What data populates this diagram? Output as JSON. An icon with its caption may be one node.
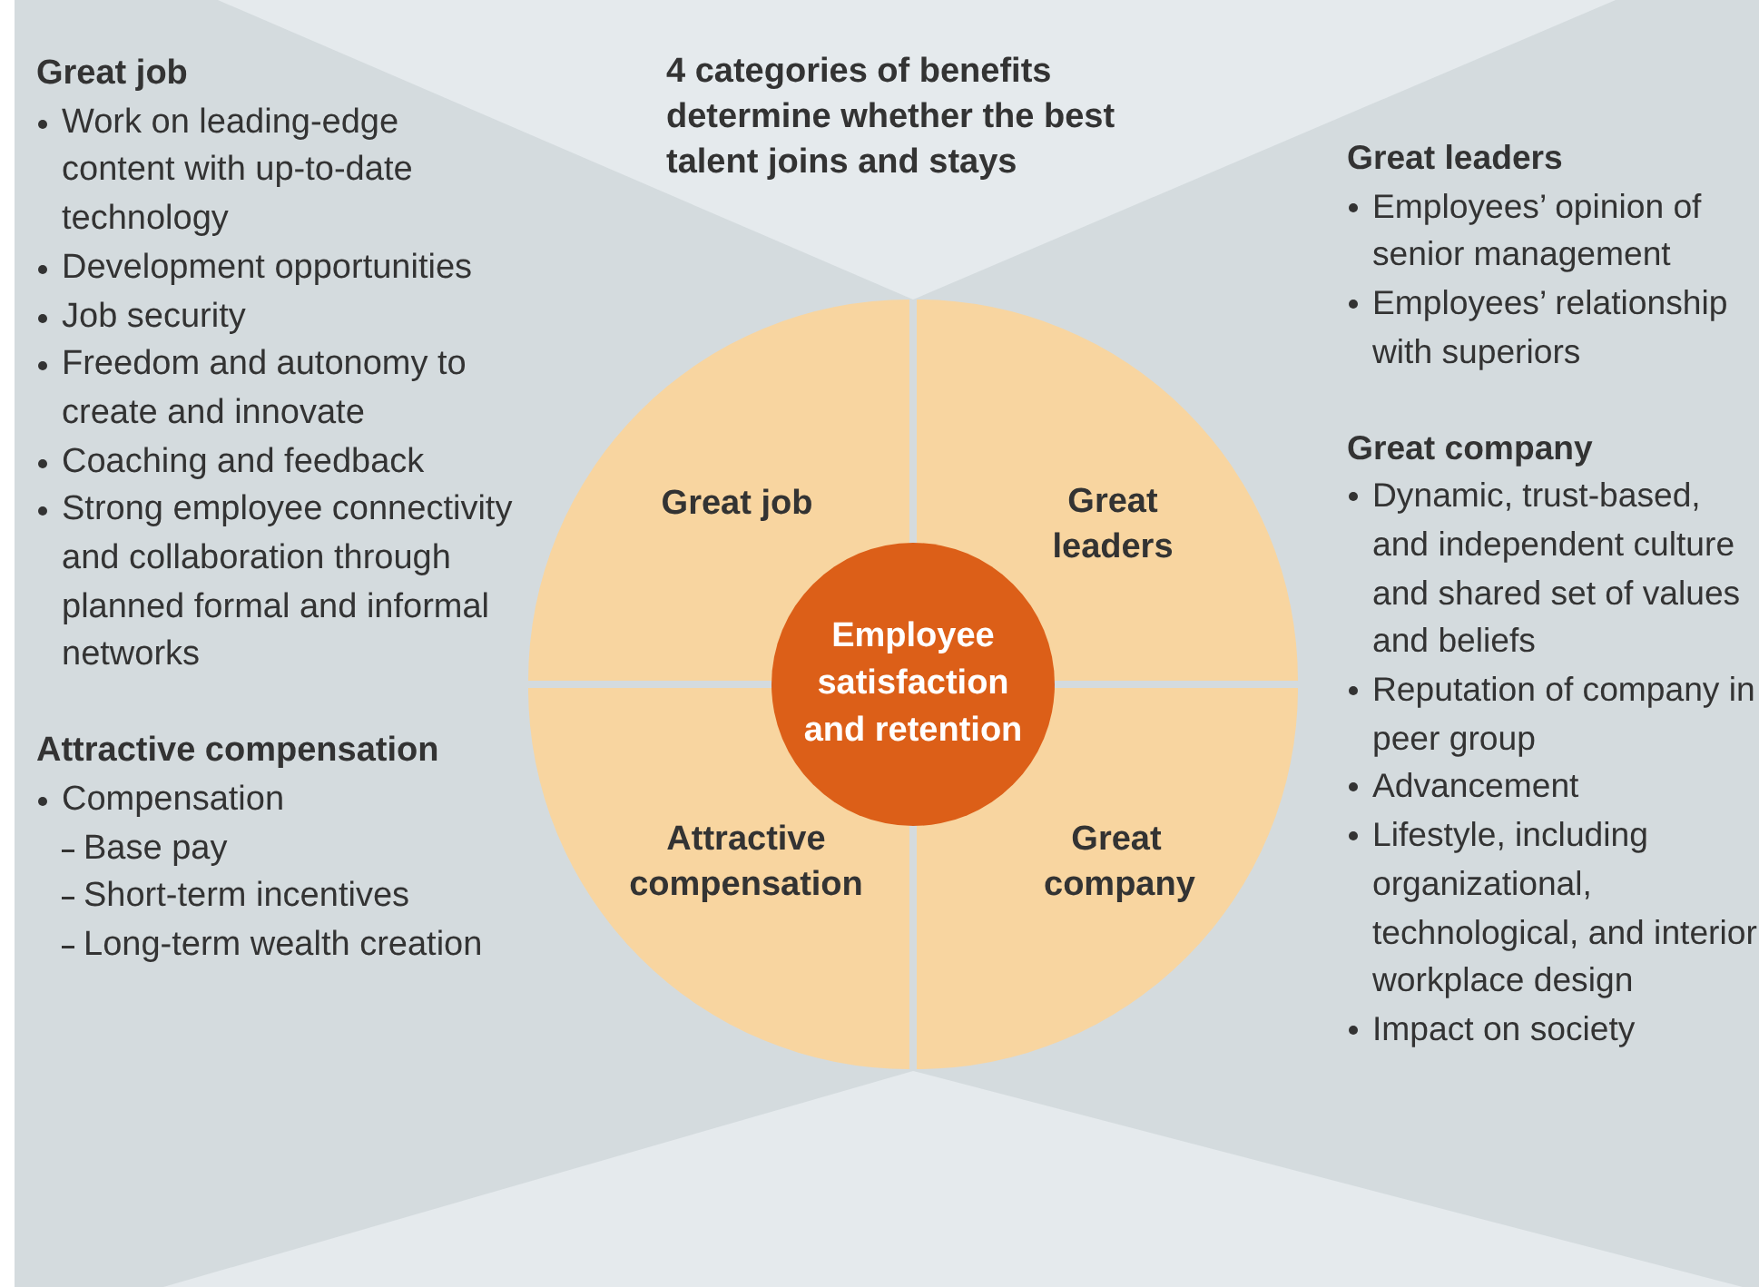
{
  "diagram": {
    "title": "4 categories of benefits determine whether the best talent joins and stays",
    "nodes": [
      {
        "text": [
          "Great job",
          "Work on leading-edge content with up-to-date technology",
          "Development opportunities",
          "Job security",
          "Freedom and autonomy to create and innovate",
          "Coaching and feedback",
          "Strong employee connectivity and collaboration through planned formal and informal networks",
          "Attractive compensation",
          "Compensation",
          "Base pay",
          "Short-term incentives",
          "Long-term wealth creation"
        ]
      },
      {
        "text": [
          "Great leaders",
          "Employees’ opinion of senior management",
          "Employees’ relationship with superiors",
          "Great company",
          "Dynamic, trust-based, and independent culture and shared set of values and beliefs",
          "Reputation of company in peer group",
          "Advancement",
          "Lifestyle, including organizational, technological, and interior workplace design",
          "Impact on society"
        ]
      },
      {
        "text": [
          "Great job"
        ]
      },
      {
        "text": [
          "Great leaders"
        ]
      },
      {
        "text": [
          "Attractive compensation"
        ]
      },
      {
        "text": [
          "Great company"
        ]
      },
      {
        "text": [
          "Employee satisfaction and retention"
        ]
      }
    ],
    "edges": []
  }
}
